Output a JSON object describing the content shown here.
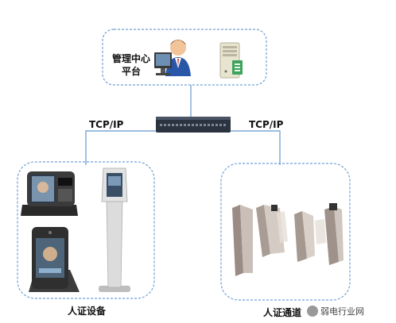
{
  "management": {
    "label_line1": "管理中心",
    "label_line2": "平台"
  },
  "links": {
    "left_protocol": "TCP/IP",
    "right_protocol": "TCP/IP"
  },
  "groups": {
    "devices_label": "人证设备",
    "channel_label": "人证通道"
  },
  "watermark": {
    "text": "弱电行业网"
  },
  "colors": {
    "group_border": "#6f9fd6",
    "line": "#7aa7d9",
    "switch": "#2b3340"
  }
}
